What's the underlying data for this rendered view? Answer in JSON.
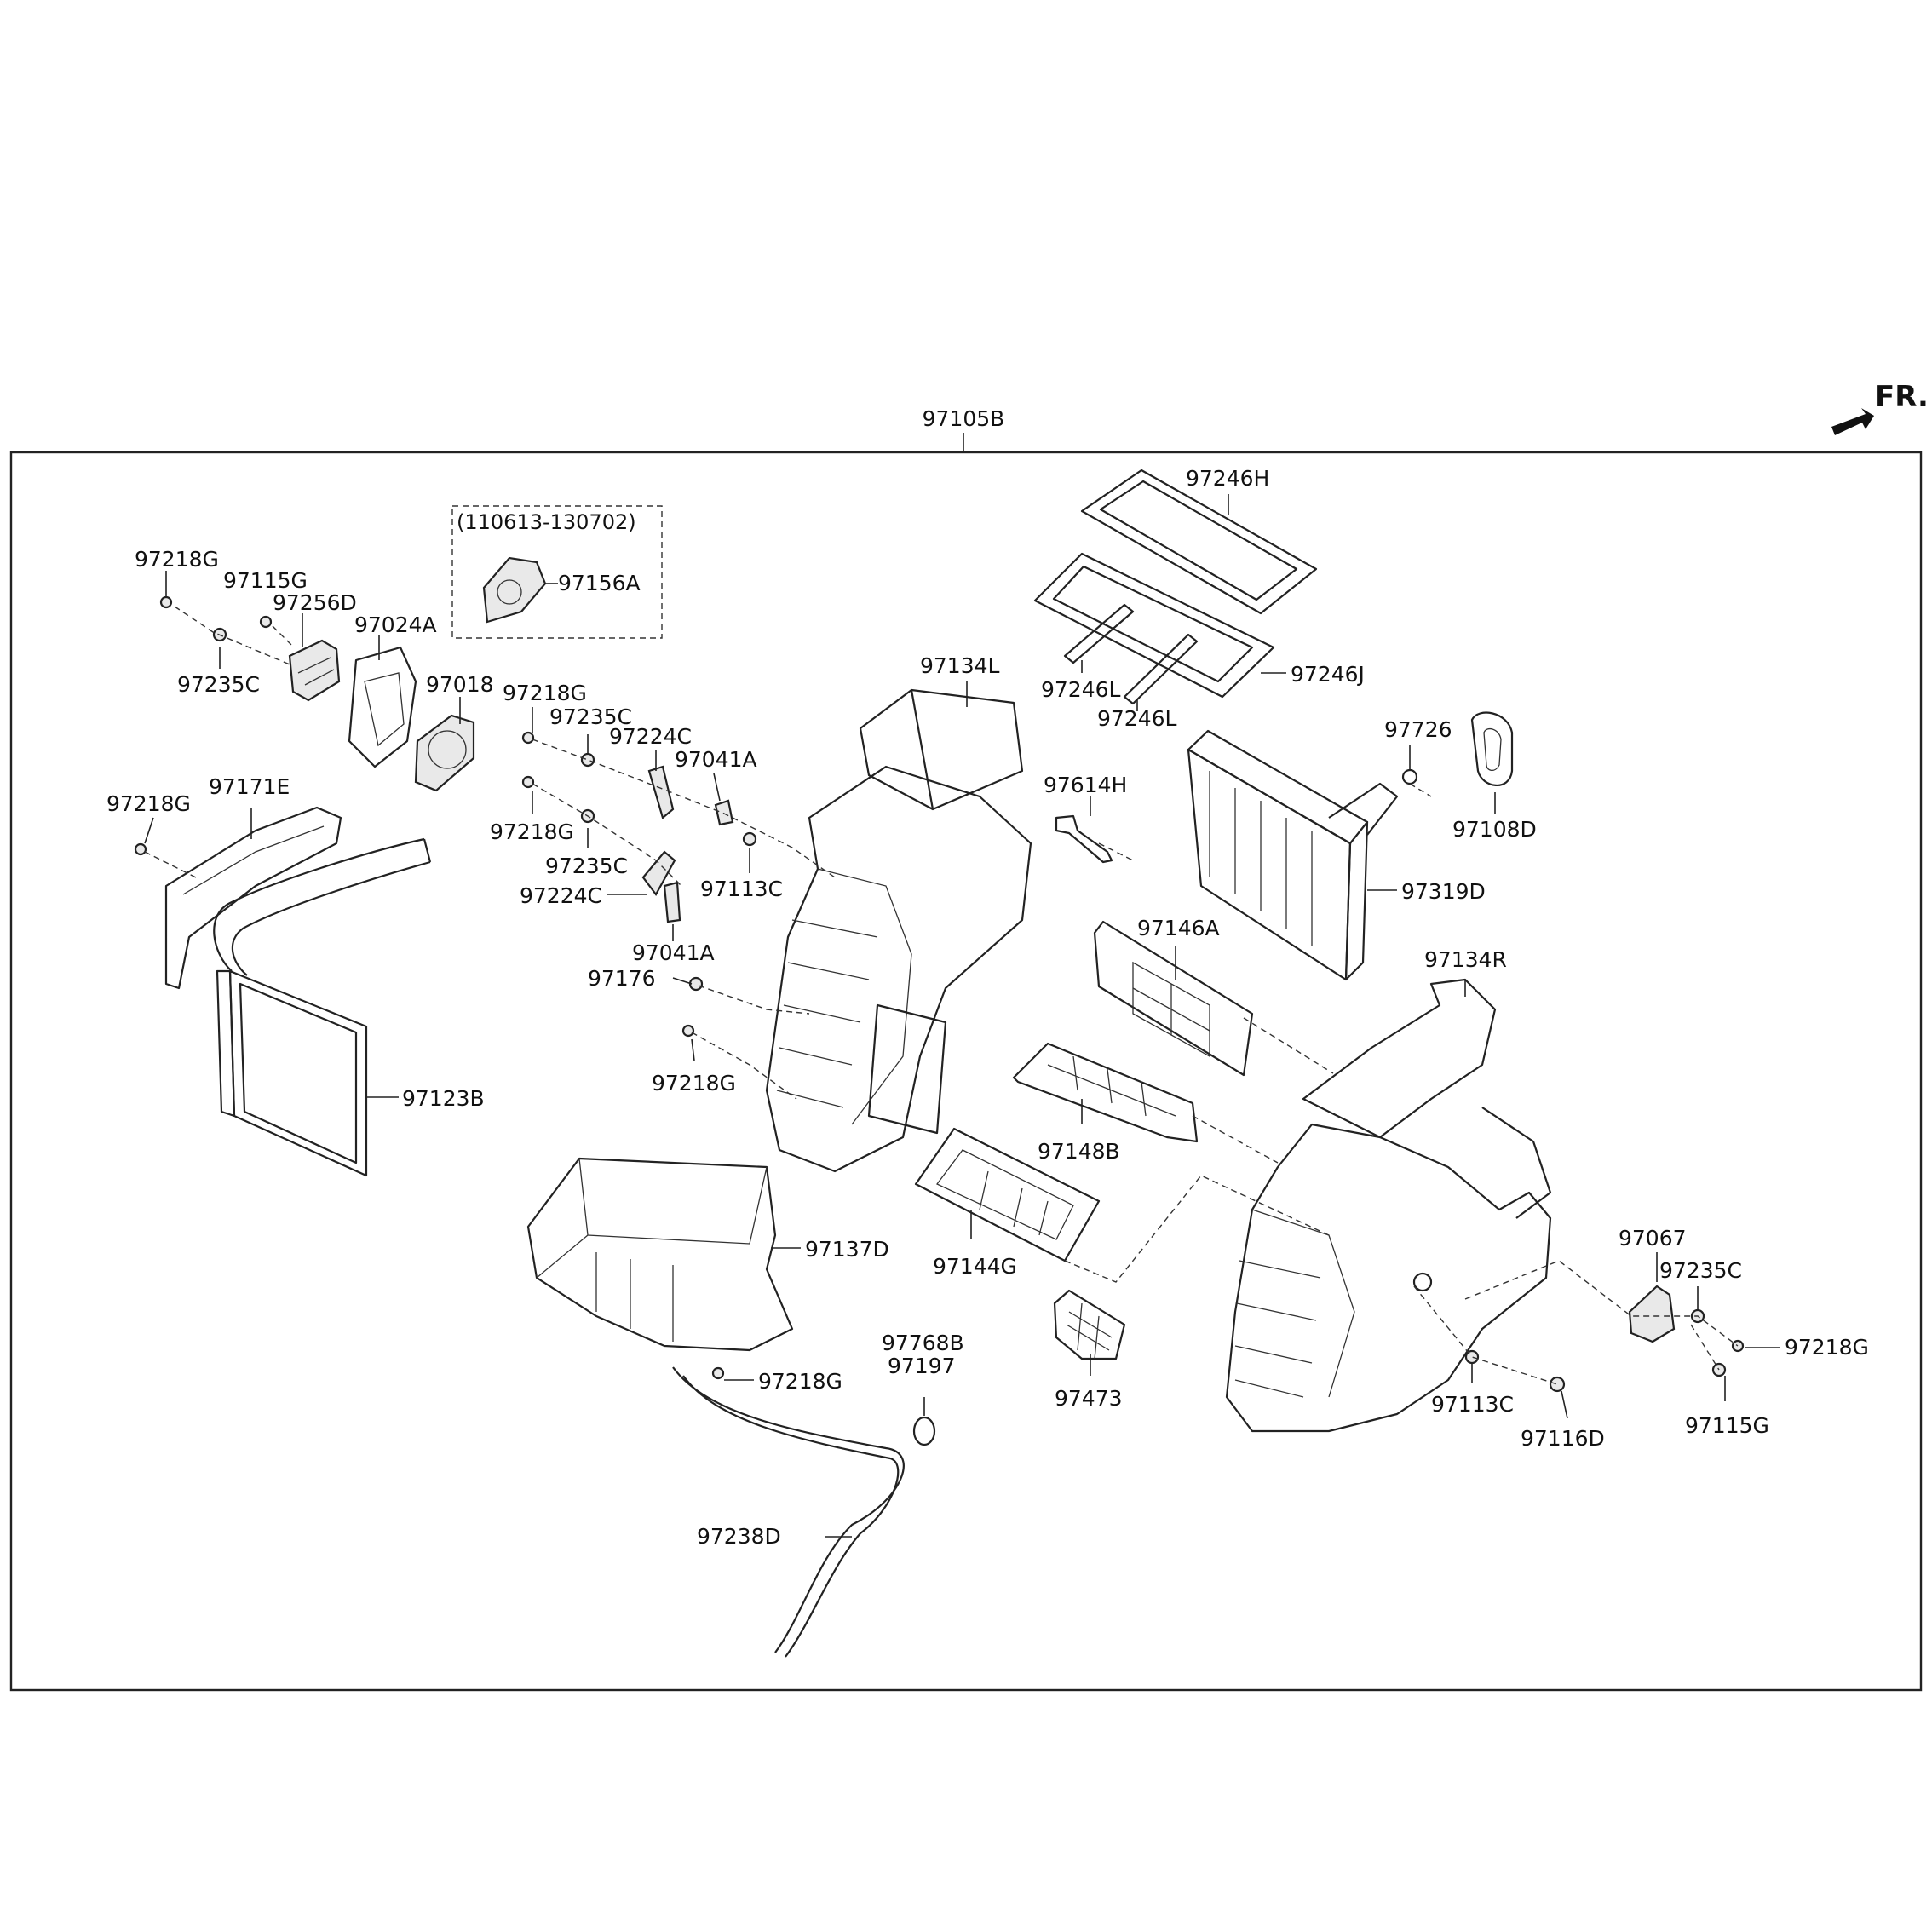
{
  "frame_label": "97105B",
  "direction_label": "FR.",
  "date_range_label": "(110613-130702)",
  "colors": {
    "line": "#222222",
    "background": "#ffffff",
    "part_fill": "#e9e9e9"
  },
  "labels": [
    {
      "id": "l01",
      "text": "97218G"
    },
    {
      "id": "l02",
      "text": "97115G"
    },
    {
      "id": "l03",
      "text": "97256D"
    },
    {
      "id": "l04",
      "text": "97024A"
    },
    {
      "id": "l05",
      "text": "97235C"
    },
    {
      "id": "l06",
      "text": "97018"
    },
    {
      "id": "l07",
      "text": "97156A"
    },
    {
      "id": "l08",
      "text": "97218G"
    },
    {
      "id": "l09",
      "text": "97235C"
    },
    {
      "id": "l10",
      "text": "97224C"
    },
    {
      "id": "l11",
      "text": "97041A"
    },
    {
      "id": "l12",
      "text": "97218G"
    },
    {
      "id": "l13",
      "text": "97171E"
    },
    {
      "id": "l14",
      "text": "97218G"
    },
    {
      "id": "l15",
      "text": "97235C"
    },
    {
      "id": "l16",
      "text": "97224C"
    },
    {
      "id": "l17",
      "text": "97113C"
    },
    {
      "id": "l18",
      "text": "97041A"
    },
    {
      "id": "l19",
      "text": "97176"
    },
    {
      "id": "l20",
      "text": "97218G"
    },
    {
      "id": "l21",
      "text": "97123B"
    },
    {
      "id": "l22",
      "text": "97137D"
    },
    {
      "id": "l23",
      "text": "97218G"
    },
    {
      "id": "l24",
      "text": "97768B"
    },
    {
      "id": "l25",
      "text": "97197"
    },
    {
      "id": "l26",
      "text": "97238D"
    },
    {
      "id": "l27",
      "text": "97134L"
    },
    {
      "id": "l28",
      "text": "97614H"
    },
    {
      "id": "l29",
      "text": "97246H"
    },
    {
      "id": "l30",
      "text": "97246L"
    },
    {
      "id": "l31",
      "text": "97246L"
    },
    {
      "id": "l32",
      "text": "97246J"
    },
    {
      "id": "l33",
      "text": "97726"
    },
    {
      "id": "l34",
      "text": "97108D"
    },
    {
      "id": "l35",
      "text": "97319D"
    },
    {
      "id": "l36",
      "text": "97146A"
    },
    {
      "id": "l37",
      "text": "97134R"
    },
    {
      "id": "l38",
      "text": "97148B"
    },
    {
      "id": "l39",
      "text": "97144G"
    },
    {
      "id": "l40",
      "text": "97473"
    },
    {
      "id": "l41",
      "text": "97113C"
    },
    {
      "id": "l42",
      "text": "97116D"
    },
    {
      "id": "l43",
      "text": "97067"
    },
    {
      "id": "l44",
      "text": "97235C"
    },
    {
      "id": "l45",
      "text": "97218G"
    },
    {
      "id": "l46",
      "text": "97115G"
    }
  ]
}
